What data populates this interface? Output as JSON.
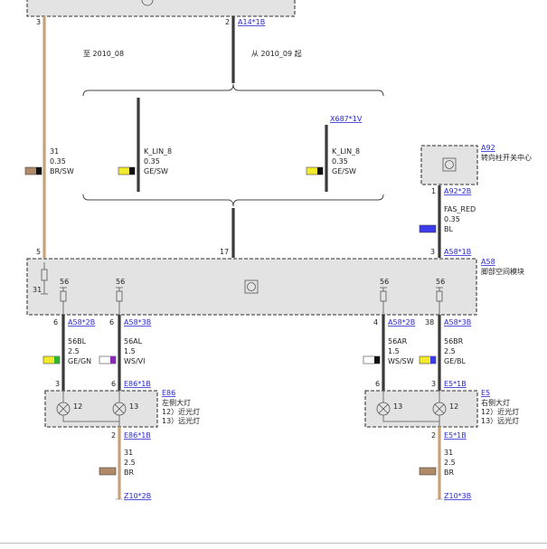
{
  "colors": {
    "wire_dark": "#3a3a3a",
    "wire_brown": "#c9a27a",
    "module_fill": "#e3e3e3",
    "link": "#2a2ad0",
    "swatch_brown": "#b08a66",
    "swatch_yellow": "#f2ea2a",
    "swatch_blue": "#3b3bea",
    "swatch_green": "#2fb32f",
    "swatch_violet": "#8a2ab8",
    "swatch_white": "#ffffff",
    "swatch_black": "#111111"
  },
  "top": {
    "pin_left": "3",
    "pin_right": "2",
    "connector_right": "A14*1B",
    "note_left": "至 2010_08",
    "note_right": "从 2010_09 起"
  },
  "wires": {
    "br_sw_top": {
      "code": "31",
      "size": "0.35",
      "color": "BR/SW"
    },
    "k_lin_left": {
      "code": "K_LIN_8",
      "size": "0.35",
      "color": "GE/SW"
    },
    "k_lin_right": {
      "code": "K_LIN_8",
      "size": "0.35",
      "color": "GE/SW",
      "connector": "X687*1V"
    },
    "fas_red": {
      "code": "FAS_RED",
      "size": "0.35",
      "color": "BL"
    },
    "w56bl": {
      "code": "56BL",
      "size": "2.5",
      "color": "GE/GN"
    },
    "w56al": {
      "code": "56AL",
      "size": "1.5",
      "color": "WS/VI"
    },
    "w56ar": {
      "code": "56AR",
      "size": "1.5",
      "color": "WS/SW"
    },
    "w56br": {
      "code": "56BR",
      "size": "2.5",
      "color": "GE/BL"
    },
    "gnd_left": {
      "code": "31",
      "size": "2.5",
      "color": "BR"
    },
    "gnd_right": {
      "code": "31",
      "size": "2.5",
      "color": "BR"
    }
  },
  "a92": {
    "id": "A92",
    "name": "转向柱开关中心",
    "pin": "1",
    "connector": "A92*2B"
  },
  "a58": {
    "id": "A58",
    "name": "脚部空间模块",
    "pin_5": "5",
    "pin_17": "17",
    "pin_3": "3",
    "connector_top": "A58*1B",
    "internal_31": "31",
    "fuse_labels": [
      "56",
      "56",
      "56",
      "56"
    ],
    "pin_6a": "6",
    "conn_6a": "A58*2B",
    "pin_6b": "6",
    "conn_6b": "A58*3B",
    "pin_4": "4",
    "conn_4": "A58*2B",
    "pin_38": "38",
    "conn_38": "A58*3B"
  },
  "e86": {
    "id": "E86",
    "name": "左侧大灯",
    "item_12": "12）近光灯",
    "item_13": "13）远光灯",
    "pin_in_a": "3",
    "pin_in_b": "6",
    "conn_in": "E86*1B",
    "lamp_a": "12",
    "lamp_b": "13",
    "pin_out": "2",
    "conn_out": "E86*1B",
    "ground": "Z10*2B"
  },
  "e5": {
    "id": "E5",
    "name": "右侧大灯",
    "item_12": "12）近光灯",
    "item_13": "13）远光灯",
    "pin_in_a": "6",
    "pin_in_b": "3",
    "conn_in": "E5*1B",
    "lamp_a": "13",
    "lamp_b": "12",
    "pin_out": "2",
    "conn_out": "E5*1B",
    "ground": "Z10*3B"
  }
}
